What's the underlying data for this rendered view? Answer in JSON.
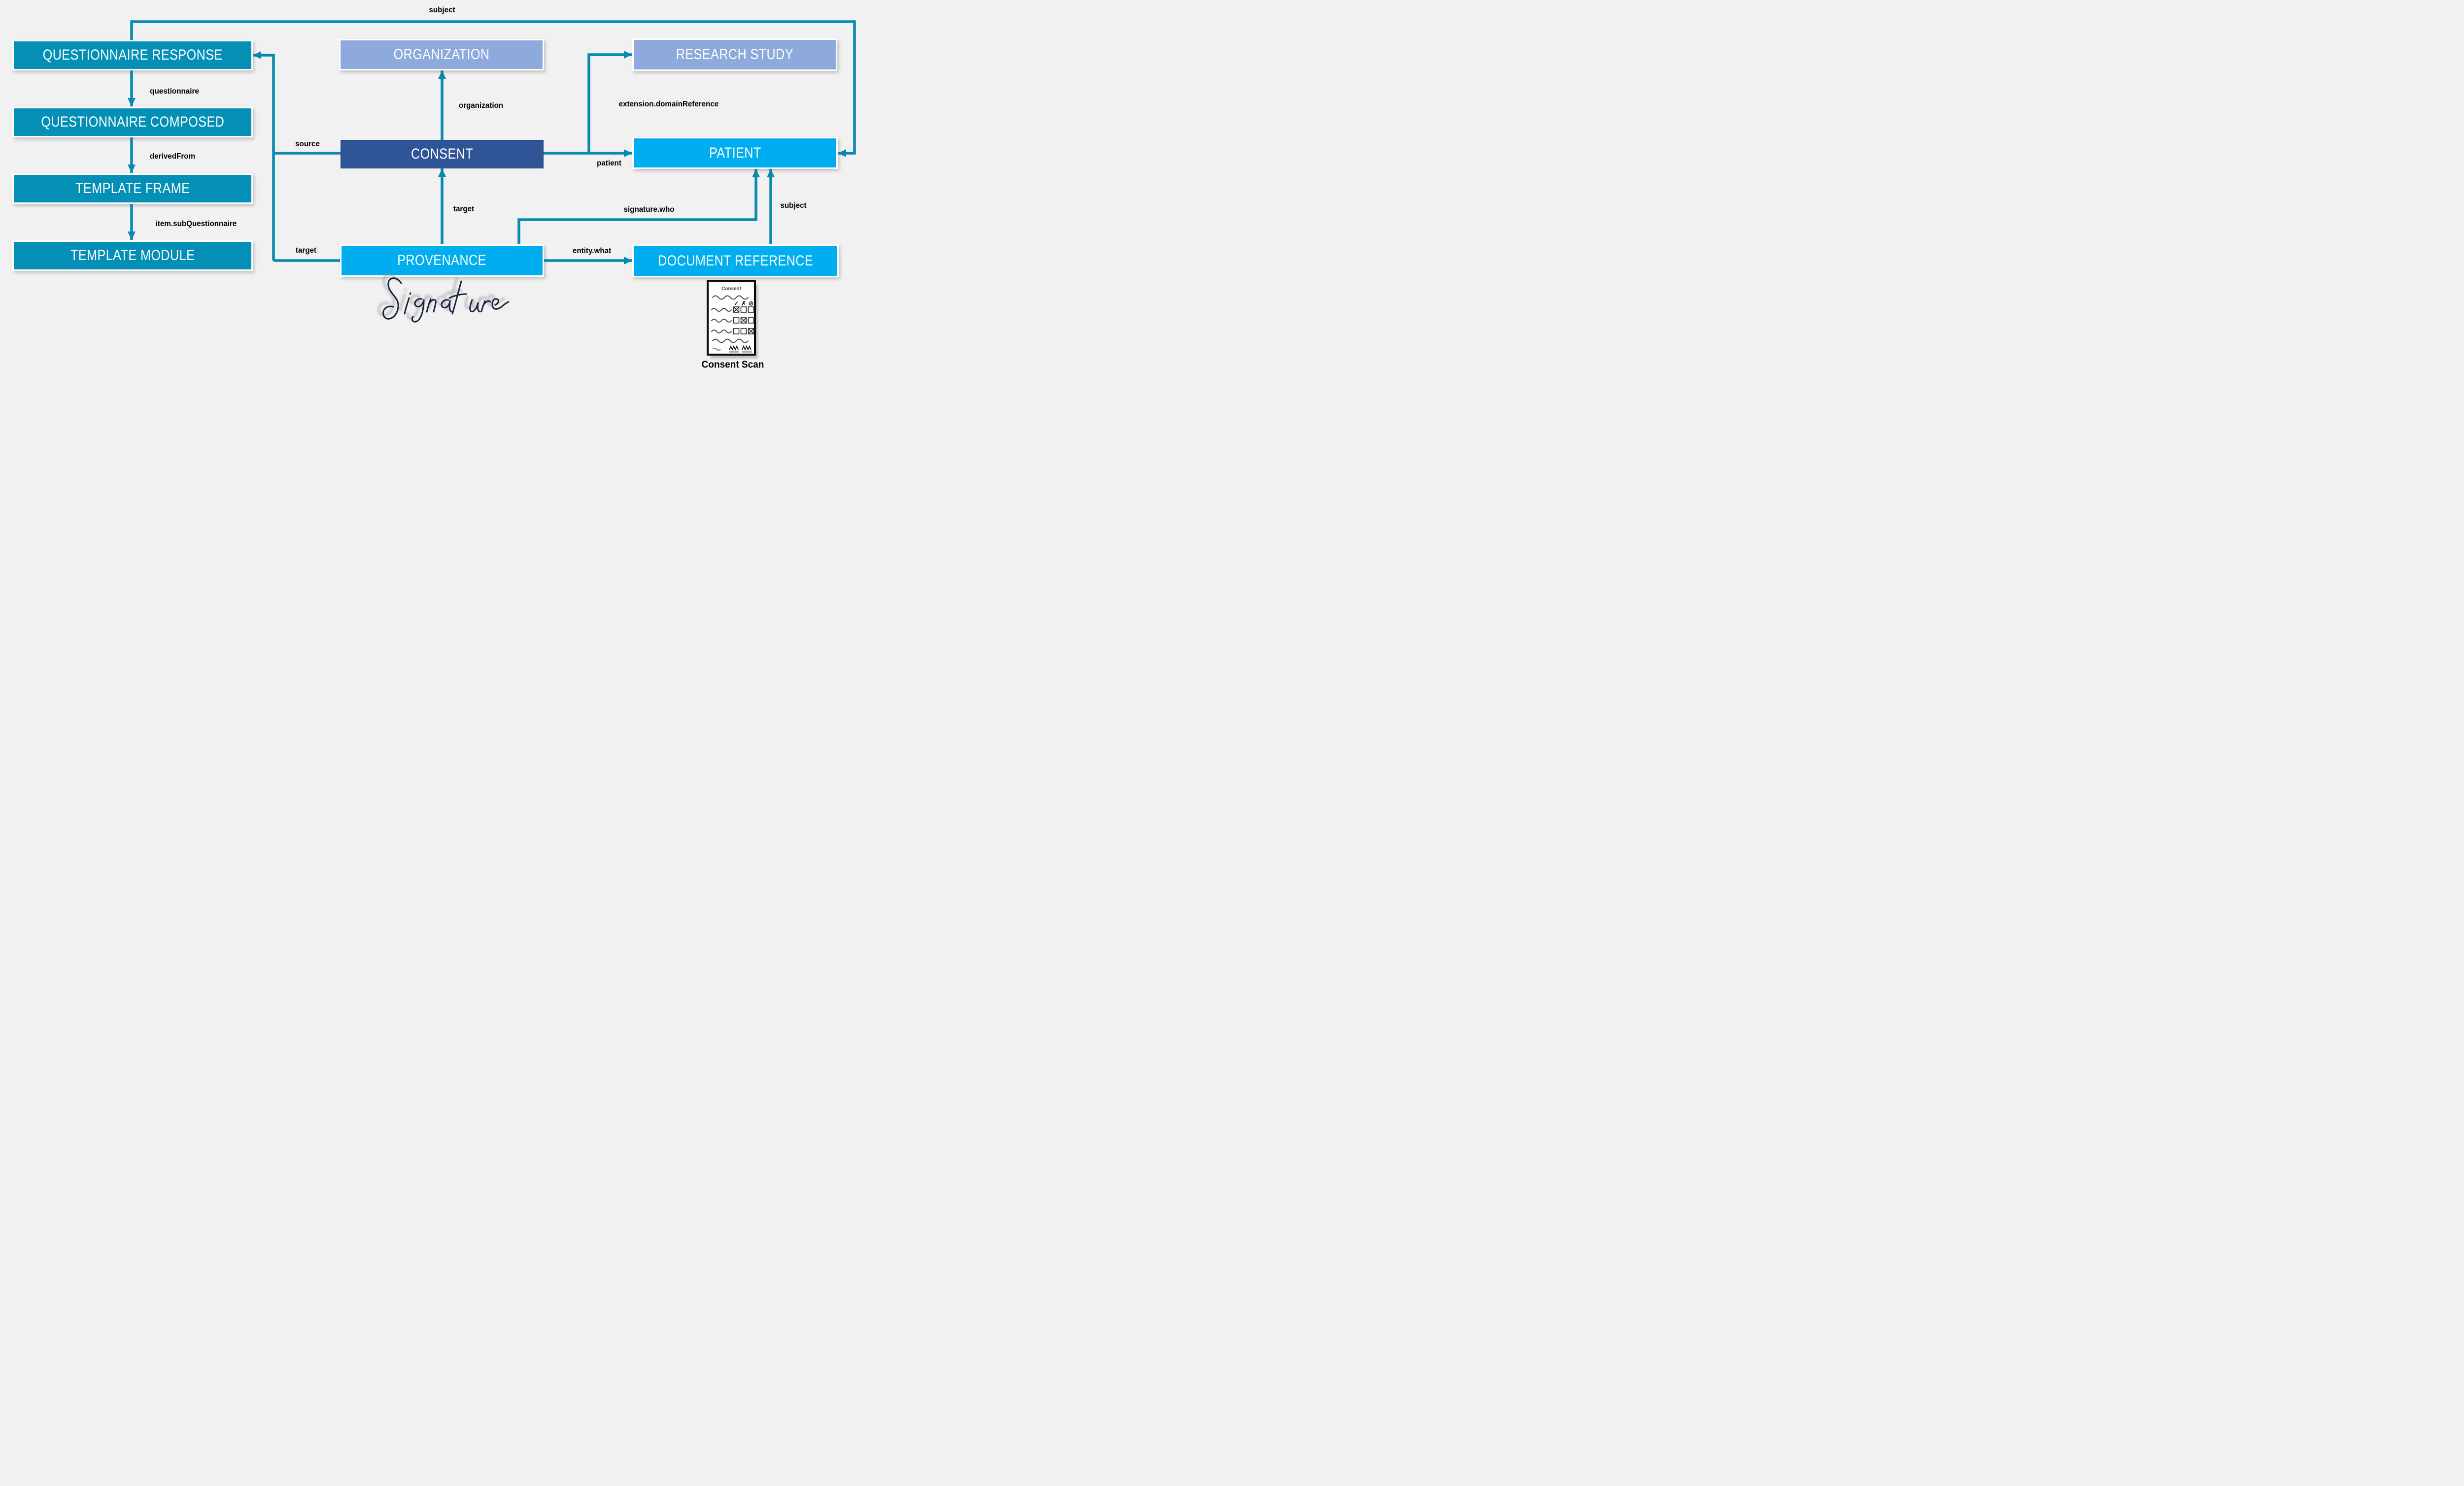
{
  "colors": {
    "background": "#f1f1f1",
    "teal_box": "#0490B6",
    "connector": "#0A89AE",
    "periwinkle": "#8EA9DB",
    "dark_blue": "#2F5597",
    "cyan": "#00AEEF",
    "signature_ink": "#18223E"
  },
  "nodes": {
    "questionnaire_response": {
      "label": "QUESTIONNAIRE RESPONSE"
    },
    "questionnaire_composed": {
      "label": "QUESTIONNAIRE COMPOSED"
    },
    "template_frame": {
      "label": "TEMPLATE FRAME"
    },
    "template_module": {
      "label": "TEMPLATE MODULE"
    },
    "organization": {
      "label": "ORGANIZATION"
    },
    "consent": {
      "label": "CONSENT"
    },
    "provenance": {
      "label": "PROVENANCE"
    },
    "research_study": {
      "label": "RESEARCH STUDY"
    },
    "patient": {
      "label": "PATIENT"
    },
    "document_reference": {
      "label": "DOCUMENT REFERENCE"
    }
  },
  "edge_labels": {
    "subject_top": "subject",
    "questionnaire": "questionnaire",
    "derived_from": "derivedFrom",
    "item_sub_questionnaire": "item.subQuestionnaire",
    "source": "source",
    "organization": "organization",
    "target_mid": "target",
    "target_left": "target",
    "extension_domain_reference": "extension.domainReference",
    "patient": "patient",
    "signature_who": "signature.who",
    "subject_right": "subject",
    "entity_what": "entity.what"
  },
  "consent_scan": {
    "title": "Consent",
    "caption": "Consent Scan",
    "symbols": {
      "check": "✓",
      "cross": "✗",
      "none": "⊘"
    }
  }
}
